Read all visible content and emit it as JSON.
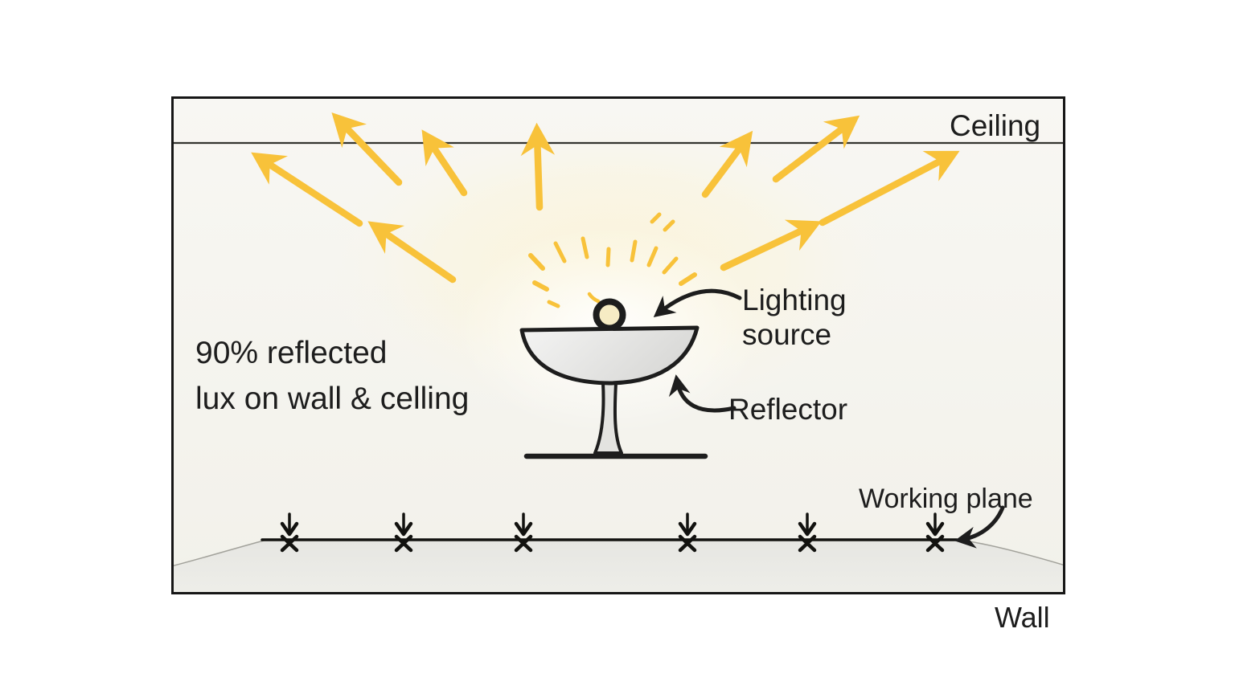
{
  "diagram": {
    "ceiling": {
      "label": "Ceiling"
    },
    "wall": {
      "label": "Wall"
    },
    "working_plane": {
      "label": "Working plane"
    },
    "lamp": {
      "lighting_source_line1": "Lighting",
      "lighting_source_line2": "source",
      "reflector_label": "Reflector"
    },
    "note": {
      "line1": "90% reflected",
      "line2": "lux on wall & celling"
    }
  },
  "colors": {
    "arrow_yellow": "#F8C23A",
    "ink": "#1d1d1d",
    "floor_gray": "#e8e8e4",
    "scene_bg": "#f7f6f1"
  }
}
